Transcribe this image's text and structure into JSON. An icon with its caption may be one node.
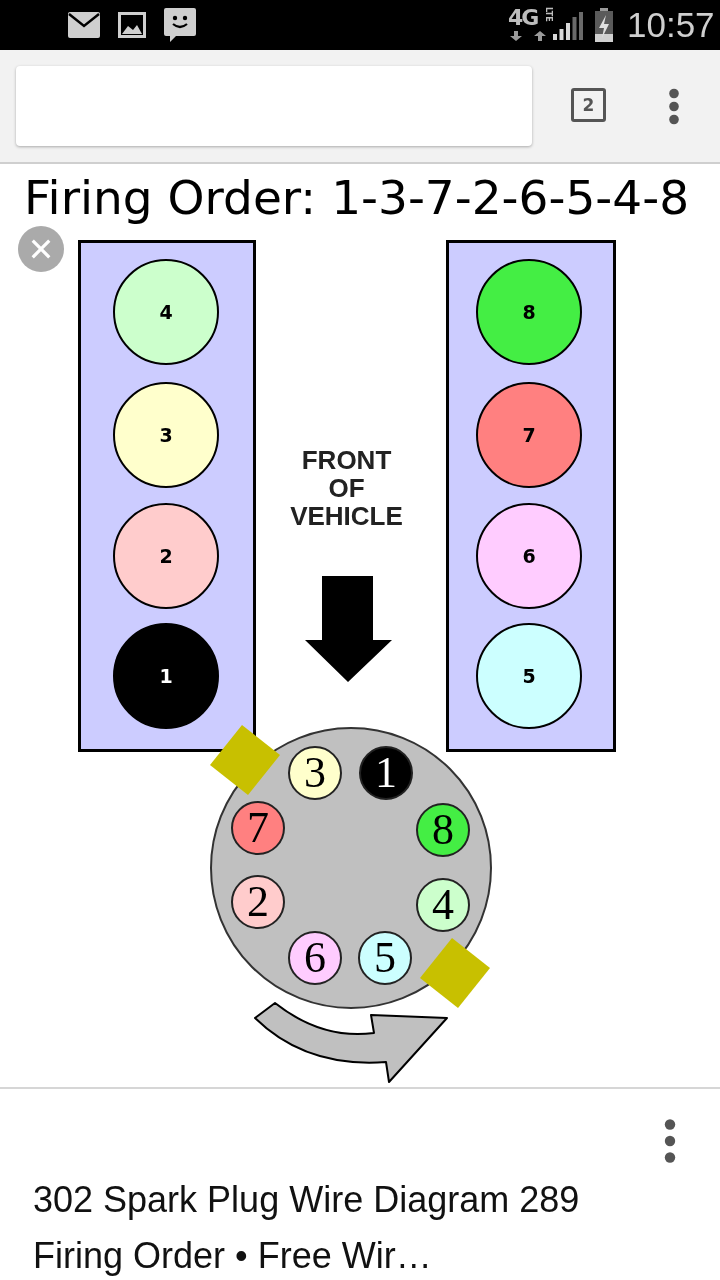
{
  "diagram": {
    "title": "Firing Order: 1-3-7-2-6-5-4-8",
    "nodes": [
      {
        "text": [],
        "shape": "box"
      },
      {
        "text": [
          "4"
        ],
        "in": 0
      },
      {
        "text": [
          "3"
        ],
        "in": 0
      },
      {
        "text": [
          "2"
        ],
        "in": 0
      },
      {
        "text": [
          "1"
        ],
        "in": 0
      },
      {
        "text": [],
        "shape": "box"
      },
      {
        "text": [
          "8"
        ],
        "in": 5
      },
      {
        "text": [
          "7"
        ],
        "in": 5
      },
      {
        "text": [
          "6"
        ],
        "in": 5
      },
      {
        "text": [
          "5"
        ],
        "in": 5
      },
      {
        "text": [],
        "shape": "circle"
      },
      {
        "text": [
          "3"
        ],
        "in": 10
      },
      {
        "text": [
          "1"
        ],
        "in": 10
      },
      {
        "text": [
          "7"
        ],
        "in": 10
      },
      {
        "text": [
          "8"
        ],
        "in": 10
      },
      {
        "text": [
          "2"
        ],
        "in": 10
      },
      {
        "text": [
          "4"
        ],
        "in": 10
      },
      {
        "text": [
          "6"
        ],
        "in": 10
      },
      {
        "text": [
          "5"
        ],
        "in": 10
      }
    ],
    "labels": [
      "4G",
      "LTE",
      "10:57",
      "2",
      "FRONT OF VEHICLE",
      "302 Spark Plug Wire Diagram 289 Firing Order • Free Wir…"
    ]
  }
}
